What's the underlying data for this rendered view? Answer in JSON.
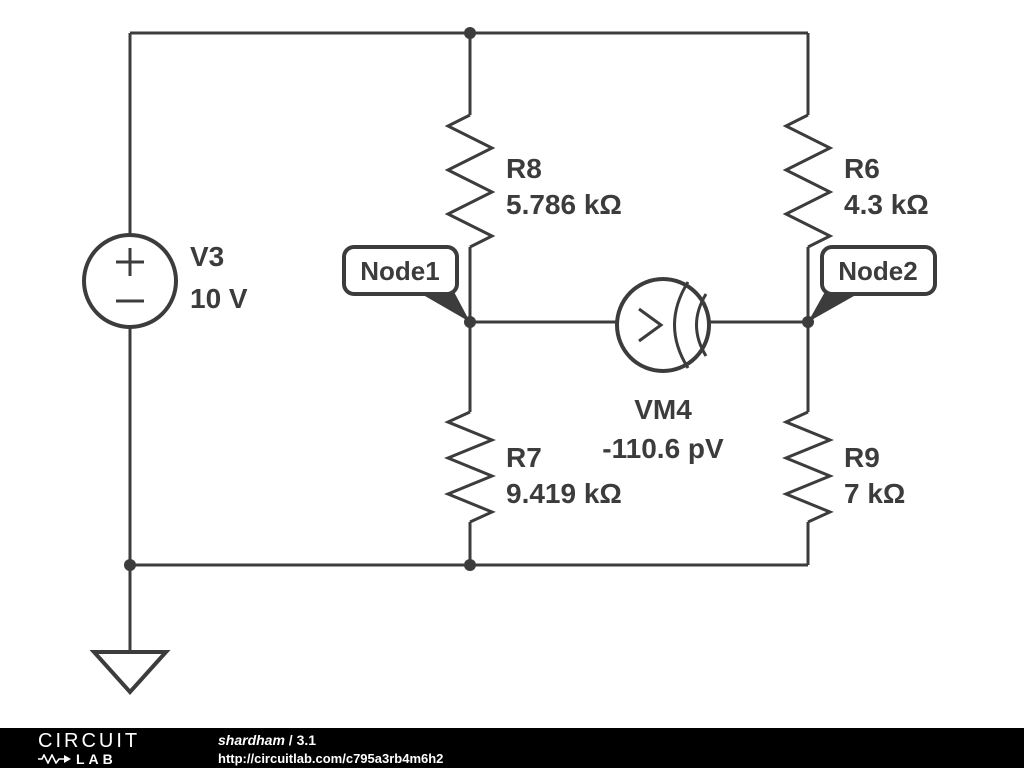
{
  "components": {
    "v3": {
      "name": "V3",
      "value": "10 V"
    },
    "r8": {
      "name": "R8",
      "value": "5.786 kΩ"
    },
    "r6": {
      "name": "R6",
      "value": "4.3 kΩ"
    },
    "r7": {
      "name": "R7",
      "value": "9.419 kΩ"
    },
    "r9": {
      "name": "R9",
      "value": "7 kΩ"
    },
    "vm4": {
      "name": "VM4",
      "value": "-110.6 pV"
    }
  },
  "nodes": {
    "node1": "Node1",
    "node2": "Node2"
  },
  "footer": {
    "brand_top": "CIRCUIT",
    "brand_bottom": "LAB",
    "author": "shardham",
    "version": " / 3.1",
    "url": "http://circuitlab.com/c795a3rb4m6h2"
  },
  "colors": {
    "wire": "#3c3c3c",
    "background": "#ffffff",
    "footer_bg": "#000000"
  }
}
